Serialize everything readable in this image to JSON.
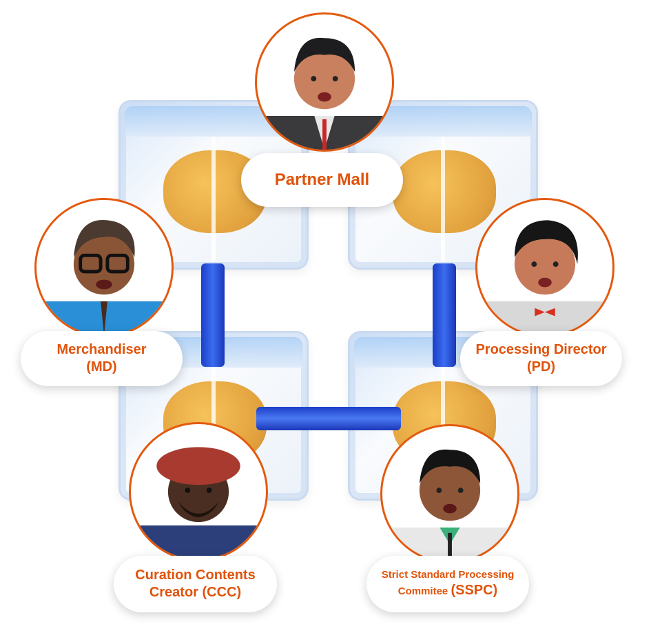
{
  "roles": [
    {
      "id": "partner-mall",
      "line1": "Partner Mall",
      "line2": ""
    },
    {
      "id": "merchandiser",
      "line1": "Merchandiser",
      "line2": "(MD)"
    },
    {
      "id": "processing-director",
      "line1": "Processing Director",
      "line2": "(PD)"
    },
    {
      "id": "curation-contents-creator",
      "line1": "Curation Contents",
      "line2": "Creator (CCC)"
    },
    {
      "id": "sspc",
      "line1": "Strict Standard Processing",
      "line2a": "Commitee ",
      "line2b": "(SSPC)"
    }
  ],
  "colors": {
    "accent": "#e0530b",
    "pipe": "#2a52d8",
    "ball": "#e9ad48"
  }
}
